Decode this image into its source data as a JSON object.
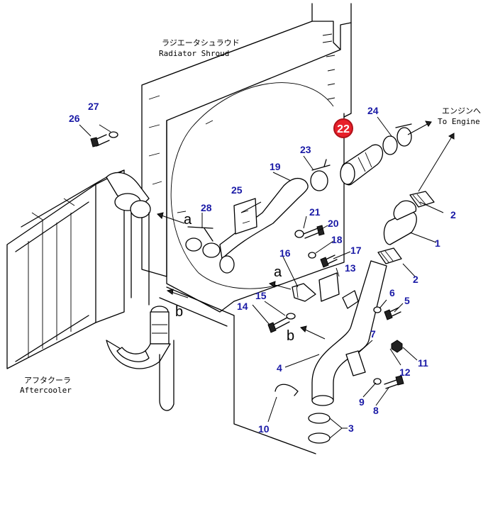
{
  "labels": {
    "radiator_shroud_jp": "ラジエータシュラウド",
    "radiator_shroud_en": "Radiator Shroud",
    "engine_jp": "エンジンへ",
    "engine_en": "To Engine",
    "aftercooler_jp": "アフタクーラ",
    "aftercooler_en": "Aftercooler",
    "conn_a1": "a",
    "conn_a2": "a",
    "conn_b1": "b",
    "conn_b2": "b"
  },
  "highlight": {
    "part": "22",
    "color": "#e8202a"
  },
  "callouts": [
    "1",
    "2",
    "2",
    "3",
    "4",
    "5",
    "6",
    "7",
    "8",
    "9",
    "10",
    "11",
    "12",
    "13",
    "14",
    "15",
    "16",
    "17",
    "18",
    "19",
    "20",
    "21",
    "23",
    "24",
    "25",
    "26",
    "27",
    "28"
  ],
  "colors": {
    "callout": "#1a1aa6",
    "line": "#000000"
  }
}
